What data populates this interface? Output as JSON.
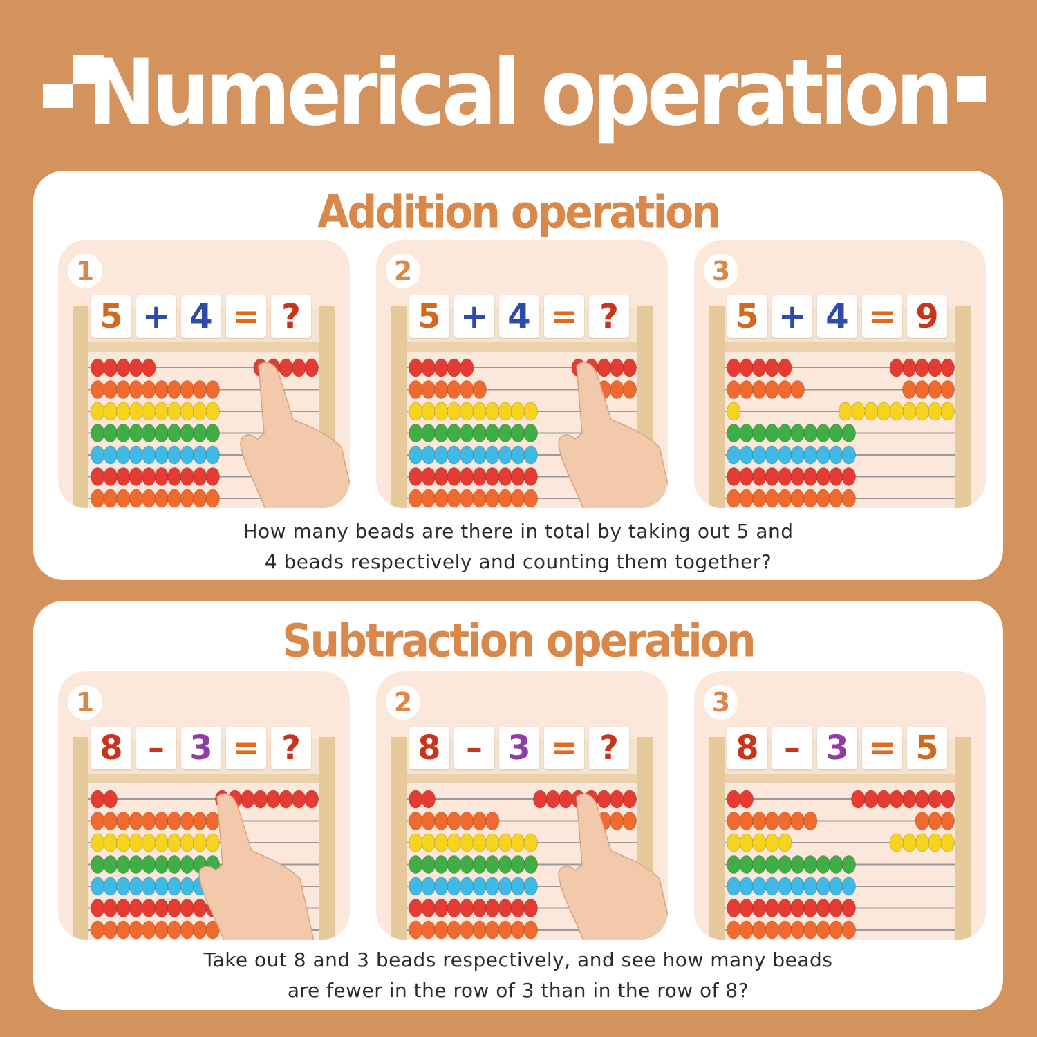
{
  "header": {
    "title": "Numerical operation"
  },
  "colors": {
    "background": "#d4925d",
    "accent": "#d9884a",
    "beads": [
      "#e43b33",
      "#f0692e",
      "#f6d31c",
      "#3fae45",
      "#3fb9e6",
      "#e43b33",
      "#f0692e"
    ],
    "tile_colors": {
      "number_orange": "#d2691e",
      "number_blue": "#2f4aa8",
      "number_purple": "#8e3fa6",
      "operator_orange": "#e06a1b",
      "operator_blue": "#2f4aa8",
      "question_red": "#c8341c",
      "answer_red": "#c8341c"
    }
  },
  "addition": {
    "title": "Addition operation",
    "caption": [
      "How many beads are there in total by taking out 5 and",
      "4 beads respectively and counting them together?"
    ],
    "steps": [
      {
        "label": "1",
        "tiles": [
          "5",
          "+",
          "4",
          "=",
          "?"
        ],
        "tile_colors": [
          "#d2691e",
          "#2f4aa8",
          "#2f4aa8",
          "#e06a1b",
          "#c8341c"
        ],
        "beads_right": [
          5,
          0,
          0,
          0,
          0,
          0,
          0
        ],
        "hand": "right"
      },
      {
        "label": "2",
        "tiles": [
          "5",
          "+",
          "4",
          "=",
          "?"
        ],
        "tile_colors": [
          "#d2691e",
          "#2f4aa8",
          "#2f4aa8",
          "#e06a1b",
          "#c8341c"
        ],
        "beads_right": [
          5,
          4,
          0,
          0,
          0,
          0,
          0
        ],
        "hand": "right"
      },
      {
        "label": "3",
        "tiles": [
          "5",
          "+",
          "4",
          "=",
          "9"
        ],
        "tile_colors": [
          "#d2691e",
          "#2f4aa8",
          "#2f4aa8",
          "#e06a1b",
          "#c8341c"
        ],
        "beads_right": [
          5,
          4,
          9,
          0,
          0,
          0,
          0
        ],
        "hand": "none"
      }
    ]
  },
  "subtraction": {
    "title": "Subtraction operation",
    "caption": [
      "Take out 8 and 3 beads respectively, and see how many beads",
      "are fewer in the row of 3 than in the row of 8?"
    ],
    "steps": [
      {
        "label": "1",
        "tiles": [
          "8",
          "–",
          "3",
          "=",
          "?"
        ],
        "tile_colors": [
          "#c8341c",
          "#c8341c",
          "#8e3fa6",
          "#e06a1b",
          "#c8341c"
        ],
        "beads_right": [
          8,
          0,
          0,
          0,
          0,
          0,
          0
        ],
        "hand": "left"
      },
      {
        "label": "2",
        "tiles": [
          "8",
          "–",
          "3",
          "=",
          "?"
        ],
        "tile_colors": [
          "#c8341c",
          "#c8341c",
          "#8e3fa6",
          "#e06a1b",
          "#c8341c"
        ],
        "beads_right": [
          8,
          3,
          0,
          0,
          0,
          0,
          0
        ],
        "hand": "right"
      },
      {
        "label": "3",
        "tiles": [
          "8",
          "–",
          "3",
          "=",
          "5"
        ],
        "tile_colors": [
          "#c8341c",
          "#c8341c",
          "#8e3fa6",
          "#e06a1b",
          "#d2691e"
        ],
        "beads_right": [
          8,
          3,
          5,
          0,
          0,
          0,
          0
        ],
        "hand": "none"
      }
    ]
  }
}
